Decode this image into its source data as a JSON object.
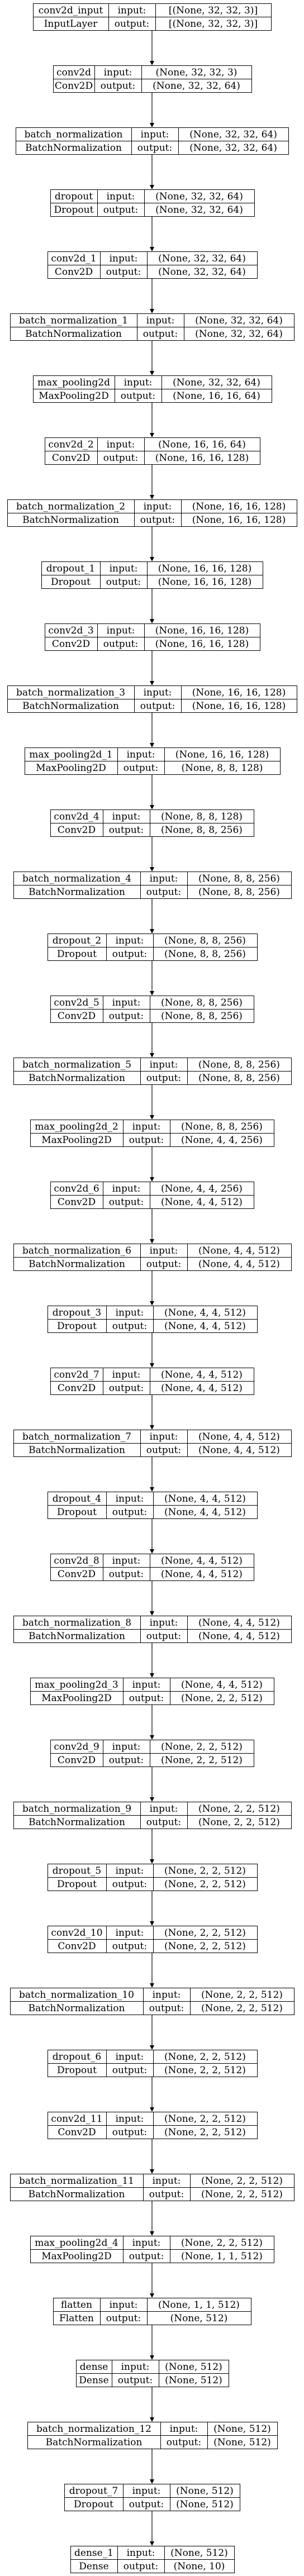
{
  "layers": [
    {
      "name": "conv2d_input",
      "type": "InputLayer",
      "input": "[(None, 32, 32, 3)]",
      "output": "[(None, 32, 32, 3)]"
    },
    {
      "name": "conv2d",
      "type": "Conv2D",
      "input": "(None, 32, 32, 3)",
      "output": "(None, 32, 32, 64)"
    },
    {
      "name": "batch_normalization",
      "type": "BatchNormalization",
      "input": "(None, 32, 32, 64)",
      "output": "(None, 32, 32, 64)"
    },
    {
      "name": "dropout",
      "type": "Dropout",
      "input": "(None, 32, 32, 64)",
      "output": "(None, 32, 32, 64)"
    },
    {
      "name": "conv2d_1",
      "type": "Conv2D",
      "input": "(None, 32, 32, 64)",
      "output": "(None, 32, 32, 64)"
    },
    {
      "name": "batch_normalization_1",
      "type": "BatchNormalization",
      "input": "(None, 32, 32, 64)",
      "output": "(None, 32, 32, 64)"
    },
    {
      "name": "max_pooling2d",
      "type": "MaxPooling2D",
      "input": "(None, 32, 32, 64)",
      "output": "(None, 16, 16, 64)"
    },
    {
      "name": "conv2d_2",
      "type": "Conv2D",
      "input": "(None, 16, 16, 64)",
      "output": "(None, 16, 16, 128)"
    },
    {
      "name": "batch_normalization_2",
      "type": "BatchNormalization",
      "input": "(None, 16, 16, 128)",
      "output": "(None, 16, 16, 128)"
    },
    {
      "name": "dropout_1",
      "type": "Dropout",
      "input": "(None, 16, 16, 128)",
      "output": "(None, 16, 16, 128)"
    },
    {
      "name": "conv2d_3",
      "type": "Conv2D",
      "input": "(None, 16, 16, 128)",
      "output": "(None, 16, 16, 128)"
    },
    {
      "name": "batch_normalization_3",
      "type": "BatchNormalization",
      "input": "(None, 16, 16, 128)",
      "output": "(None, 16, 16, 128)"
    },
    {
      "name": "max_pooling2d_1",
      "type": "MaxPooling2D",
      "input": "(None, 16, 16, 128)",
      "output": "(None, 8, 8, 128)"
    },
    {
      "name": "conv2d_4",
      "type": "Conv2D",
      "input": "(None, 8, 8, 128)",
      "output": "(None, 8, 8, 256)"
    },
    {
      "name": "batch_normalization_4",
      "type": "BatchNormalization",
      "input": "(None, 8, 8, 256)",
      "output": "(None, 8, 8, 256)"
    },
    {
      "name": "dropout_2",
      "type": "Dropout",
      "input": "(None, 8, 8, 256)",
      "output": "(None, 8, 8, 256)"
    },
    {
      "name": "conv2d_5",
      "type": "Conv2D",
      "input": "(None, 8, 8, 256)",
      "output": "(None, 8, 8, 256)"
    },
    {
      "name": "batch_normalization_5",
      "type": "BatchNormalization",
      "input": "(None, 8, 8, 256)",
      "output": "(None, 8, 8, 256)"
    },
    {
      "name": "max_pooling2d_2",
      "type": "MaxPooling2D",
      "input": "(None, 8, 8, 256)",
      "output": "(None, 4, 4, 256)"
    },
    {
      "name": "conv2d_6",
      "type": "Conv2D",
      "input": "(None, 4, 4, 256)",
      "output": "(None, 4, 4, 512)"
    },
    {
      "name": "batch_normalization_6",
      "type": "BatchNormalization",
      "input": "(None, 4, 4, 512)",
      "output": "(None, 4, 4, 512)"
    },
    {
      "name": "dropout_3",
      "type": "Dropout",
      "input": "(None, 4, 4, 512)",
      "output": "(None, 4, 4, 512)"
    },
    {
      "name": "conv2d_7",
      "type": "Conv2D",
      "input": "(None, 4, 4, 512)",
      "output": "(None, 4, 4, 512)"
    },
    {
      "name": "batch_normalization_7",
      "type": "BatchNormalization",
      "input": "(None, 4, 4, 512)",
      "output": "(None, 4, 4, 512)"
    },
    {
      "name": "dropout_4",
      "type": "Dropout",
      "input": "(None, 4, 4, 512)",
      "output": "(None, 4, 4, 512)"
    },
    {
      "name": "conv2d_8",
      "type": "Conv2D",
      "input": "(None, 4, 4, 512)",
      "output": "(None, 4, 4, 512)"
    },
    {
      "name": "batch_normalization_8",
      "type": "BatchNormalization",
      "input": "(None, 4, 4, 512)",
      "output": "(None, 4, 4, 512)"
    },
    {
      "name": "max_pooling2d_3",
      "type": "MaxPooling2D",
      "input": "(None, 4, 4, 512)",
      "output": "(None, 2, 2, 512)"
    },
    {
      "name": "conv2d_9",
      "type": "Conv2D",
      "input": "(None, 2, 2, 512)",
      "output": "(None, 2, 2, 512)"
    },
    {
      "name": "batch_normalization_9",
      "type": "BatchNormalization",
      "input": "(None, 2, 2, 512)",
      "output": "(None, 2, 2, 512)"
    },
    {
      "name": "dropout_5",
      "type": "Dropout",
      "input": "(None, 2, 2, 512)",
      "output": "(None, 2, 2, 512)"
    },
    {
      "name": "conv2d_10",
      "type": "Conv2D",
      "input": "(None, 2, 2, 512)",
      "output": "(None, 2, 2, 512)"
    },
    {
      "name": "batch_normalization_10",
      "type": "BatchNormalization",
      "input": "(None, 2, 2, 512)",
      "output": "(None, 2, 2, 512)"
    },
    {
      "name": "dropout_6",
      "type": "Dropout",
      "input": "(None, 2, 2, 512)",
      "output": "(None, 2, 2, 512)"
    },
    {
      "name": "conv2d_11",
      "type": "Conv2D",
      "input": "(None, 2, 2, 512)",
      "output": "(None, 2, 2, 512)"
    },
    {
      "name": "batch_normalization_11",
      "type": "BatchNormalization",
      "input": "(None, 2, 2, 512)",
      "output": "(None, 2, 2, 512)"
    },
    {
      "name": "max_pooling2d_4",
      "type": "MaxPooling2D",
      "input": "(None, 2, 2, 512)",
      "output": "(None, 1, 1, 512)"
    },
    {
      "name": "flatten",
      "type": "Flatten",
      "input": "(None, 1, 1, 512)",
      "output": "(None, 512)"
    },
    {
      "name": "dense",
      "type": "Dense",
      "input": "(None, 512)",
      "output": "(None, 512)"
    },
    {
      "name": "batch_normalization_12",
      "type": "BatchNormalization",
      "input": "(None, 512)",
      "output": "(None, 512)"
    },
    {
      "name": "dropout_7",
      "type": "Dropout",
      "input": "(None, 512)",
      "output": "(None, 512)"
    },
    {
      "name": "dense_1",
      "type": "Dense",
      "input": "(None, 512)",
      "output": "(None, 10)"
    }
  ],
  "labels": {
    "input": "input:",
    "output": "output:"
  },
  "colors": {
    "background": "#ffffff",
    "stroke": "#000000",
    "text": "#000000"
  }
}
